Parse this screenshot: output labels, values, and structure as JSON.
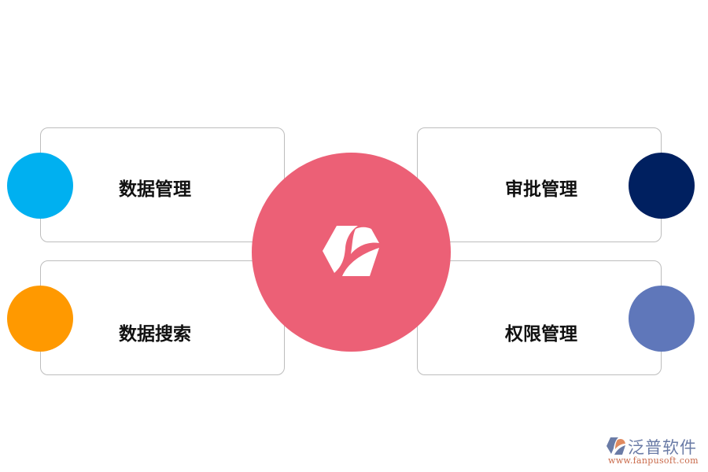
{
  "diagram": {
    "hub": {
      "icon": "fanpu-hexagon-logo-icon",
      "color": "#ec6076"
    },
    "cards": [
      {
        "label": "数据管理",
        "dot_color": "#00b0f0",
        "position": "top-left"
      },
      {
        "label": "审批管理",
        "dot_color": "#002060",
        "position": "top-right"
      },
      {
        "label": "数据搜索",
        "dot_color": "#ff9900",
        "position": "bottom-left"
      },
      {
        "label": "权限管理",
        "dot_color": "#5f77ba",
        "position": "bottom-right"
      }
    ]
  },
  "watermark": {
    "name": "泛普软件",
    "url": "www.fanpusoft.com"
  }
}
